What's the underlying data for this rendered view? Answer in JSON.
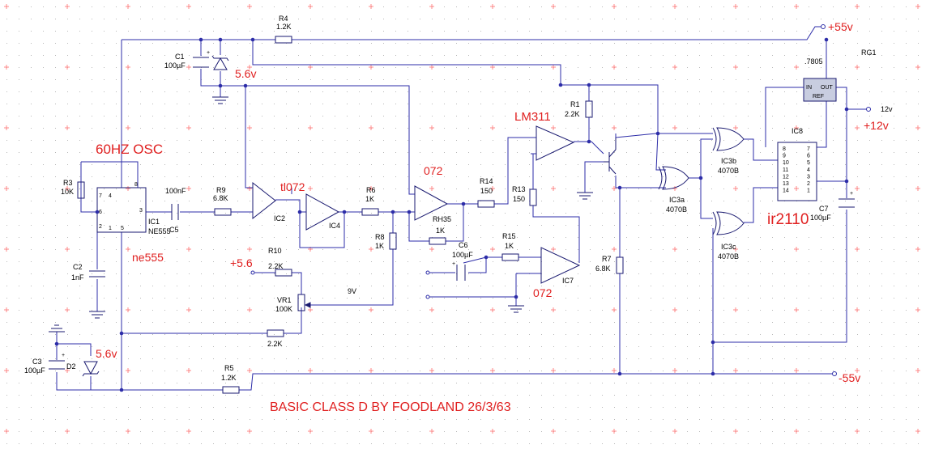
{
  "schematic": {
    "title": "BASIC CLASS D BY FOODLAND 26/3/63",
    "rails": {
      "pos55": "+55v",
      "neg55": "-55v",
      "pos12": "+12v",
      "pos12_pin": "12v",
      "pos5_6": "+5.6",
      "nine_v": "9V"
    },
    "red_labels": {
      "osc": "60HZ OSC",
      "ne555": "ne555",
      "tl072": "tl072",
      "op072_a": "072",
      "op072_b": "072",
      "lm311": "LM311",
      "ir2110": "ir2110",
      "zener_top": "5.6v",
      "zener_bottom": "5.6v"
    },
    "components": {
      "R1": {
        "ref": "R1",
        "value": "2.2K"
      },
      "R3": {
        "ref": "R3",
        "value": "10K"
      },
      "R4": {
        "ref": "R4",
        "value": "1.2K"
      },
      "R5": {
        "ref": "R5",
        "value": "1.2K"
      },
      "R6": {
        "ref": "R6",
        "value": "1K"
      },
      "R7": {
        "ref": "R7",
        "value": "6.8K"
      },
      "R8": {
        "ref": "R8",
        "value": "1K"
      },
      "R9": {
        "ref": "R9",
        "value": "6.8K"
      },
      "R10": {
        "ref": "R10",
        "value": "2.2K"
      },
      "R13": {
        "ref": "R13",
        "value": "150"
      },
      "R14": {
        "ref": "R14",
        "value": "150"
      },
      "R15": {
        "ref": "R15",
        "value": "1K"
      },
      "RH35": {
        "ref": "RH35",
        "value": "1K"
      },
      "R_bot": {
        "value": "2.2K"
      },
      "VR1": {
        "ref": "VR1",
        "value": "100K"
      },
      "C1": {
        "ref": "C1",
        "value": "100µF"
      },
      "C2": {
        "ref": "C2",
        "value": "1nF"
      },
      "C3": {
        "ref": "C3",
        "value": "100µF"
      },
      "C5": {
        "ref": "C5",
        "value": "100nF"
      },
      "C6": {
        "ref": "C6",
        "value": "100µF"
      },
      "C7": {
        "ref": "C7",
        "value": "100µF"
      },
      "D2": {
        "ref": "D2"
      },
      "IC1": {
        "ref": "IC1",
        "value": "NE555",
        "pins": [
          "4",
          "8",
          "7",
          "6",
          "3",
          "2",
          "1",
          "5"
        ]
      },
      "IC2": {
        "ref": "IC2"
      },
      "IC4": {
        "ref": "IC4"
      },
      "IC7": {
        "ref": "IC7"
      },
      "IC3a": {
        "ref": "IC3a",
        "value": "4070B"
      },
      "IC3b": {
        "ref": "IC3b",
        "value": "4070B"
      },
      "IC3c": {
        "ref": "IC3c",
        "value": "4070B"
      },
      "IC8": {
        "ref": "IC8",
        "left_pins": [
          "8",
          "9",
          "10",
          "11",
          "12",
          "13",
          "14"
        ],
        "right_pins": [
          "7",
          "6",
          "5",
          "4",
          "3",
          "2",
          "1"
        ]
      },
      "RG1": {
        "ref": "RG1",
        "value": ".7805",
        "pin_in": "IN",
        "pin_out": "OUT",
        "pin_ref": "REF"
      }
    }
  }
}
